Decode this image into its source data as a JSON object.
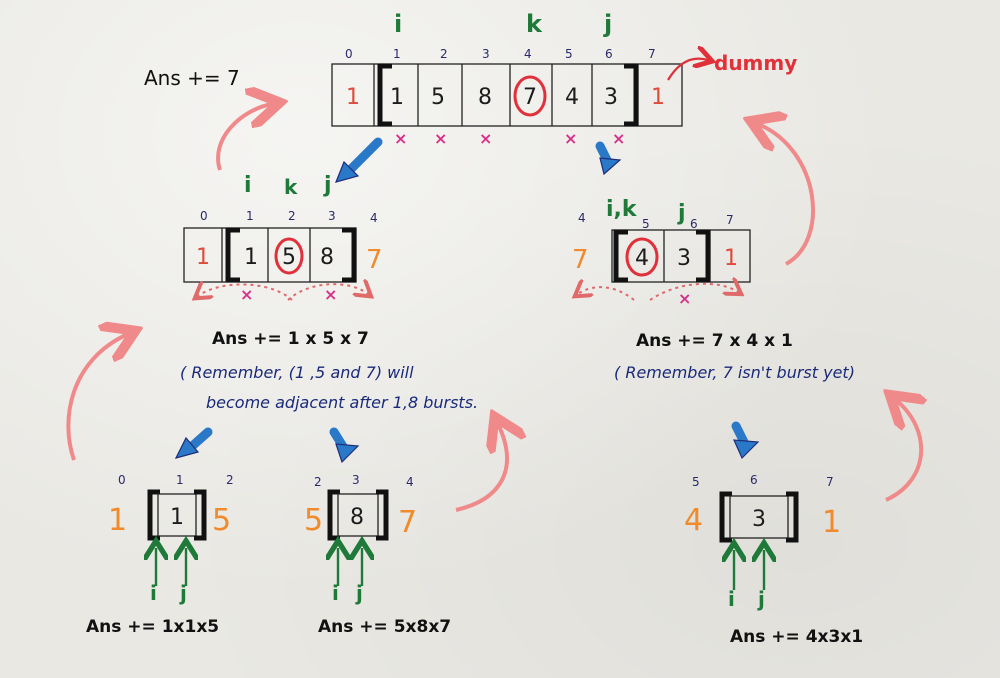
{
  "top": {
    "ans_label": "Ans += 7",
    "letters": {
      "i": "i",
      "k": "k",
      "j": "j"
    },
    "indices": [
      "0",
      "1",
      "2",
      "3",
      "4",
      "5",
      "6",
      "7"
    ],
    "cells": [
      "1",
      "1",
      "5",
      "8",
      "7",
      "4",
      "3",
      "1"
    ],
    "dummy_label": "dummy"
  },
  "left_mid": {
    "letters": {
      "i": "i",
      "k": "k",
      "j": "j"
    },
    "indices": [
      "0",
      "1",
      "2",
      "3",
      "4"
    ],
    "cells": [
      "1",
      "1",
      "5",
      "8",
      "7"
    ],
    "ans_label": "Ans +=  1 x 5 x 7",
    "note_line1": "( Remember, (1 ,5 and 7) will",
    "note_line2": "become adjacent after 1,8 bursts."
  },
  "right_mid": {
    "letters": {
      "ik": "i,k",
      "j": "j"
    },
    "indices": [
      "4",
      "5",
      "6",
      "7"
    ],
    "cells": [
      "7",
      "4",
      "3",
      "1"
    ],
    "ans_label": "Ans +=  7 x 4 x 1",
    "note_line1": "( Remember, 7 isn't burst yet)"
  },
  "bottom_left": {
    "indices": [
      "0",
      "1",
      "2"
    ],
    "cells": [
      "1",
      "1",
      "5"
    ],
    "letters": {
      "i": "i",
      "j": "j"
    },
    "ans_label": "Ans +=  1x1x5"
  },
  "bottom_middle": {
    "indices": [
      "2",
      "3",
      "4"
    ],
    "cells": [
      "5",
      "8",
      "7"
    ],
    "letters": {
      "i": "i",
      "j": "j"
    },
    "ans_label": "Ans += 5x8x7"
  },
  "bottom_right": {
    "indices": [
      "5",
      "6",
      "7"
    ],
    "cells": [
      "4",
      "3",
      "1"
    ],
    "letters": {
      "i": "i",
      "j": "j"
    },
    "ans_label": "Ans += 4x3x1"
  },
  "colors": {
    "ink": "#1c1c1c",
    "red": "#e04a3a",
    "orange": "#f08a2a",
    "green": "#1f7a3a",
    "blue_arrow": "#2a78c8",
    "magenta": "#d8308a",
    "pink_arrow": "#f08a8a"
  }
}
